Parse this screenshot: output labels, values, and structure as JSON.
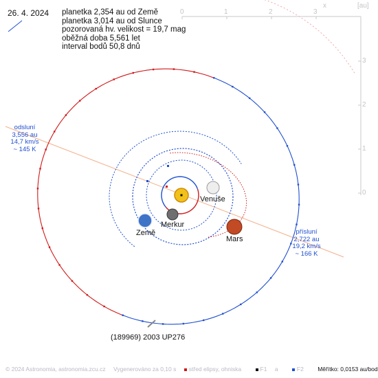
{
  "date": "26. 4. 2024",
  "info": [
    "planetka 2,354 au od Země",
    "planetka 3,014 au od Slunce",
    "pozorovaná hv. velikost = 19,7 mag",
    "oběžná doba 5,561 let",
    "interval bodů 50,8 dnů"
  ],
  "axes": {
    "x_ticks": [
      "0",
      "1",
      "2",
      "3"
    ],
    "y_ticks": [
      "3",
      "2",
      "1",
      "0"
    ],
    "x_label": "x",
    "unit_label": "[au]"
  },
  "bodies": {
    "venus": "Venuše",
    "mercury": "Merkur",
    "earth": "Země",
    "mars": "Mars",
    "asteroid": "(189969) 2003 UP276"
  },
  "aphelion": [
    "odsluní",
    "3,556 au",
    "14,7 km/s",
    "~ 145 K"
  ],
  "perihelion": [
    "přísluní",
    "2,722 au",
    "19,2 km/s",
    "~ 166 K"
  ],
  "footer": {
    "copyright": "© 2024 Astronomia, astronomia.zcu.cz",
    "generated": "Vygenerováno za 0,10 s",
    "center_legend": "střed elipsy, ohniska",
    "f1": "F1",
    "a": "a",
    "f2": "F2",
    "scale": "Měřítko: 0,0153 au/bod"
  },
  "colors": {
    "red": "#d01818",
    "blue": "#1f4fd0",
    "axis": "#c8c8c8",
    "apsides_line": "#f3b08a"
  }
}
